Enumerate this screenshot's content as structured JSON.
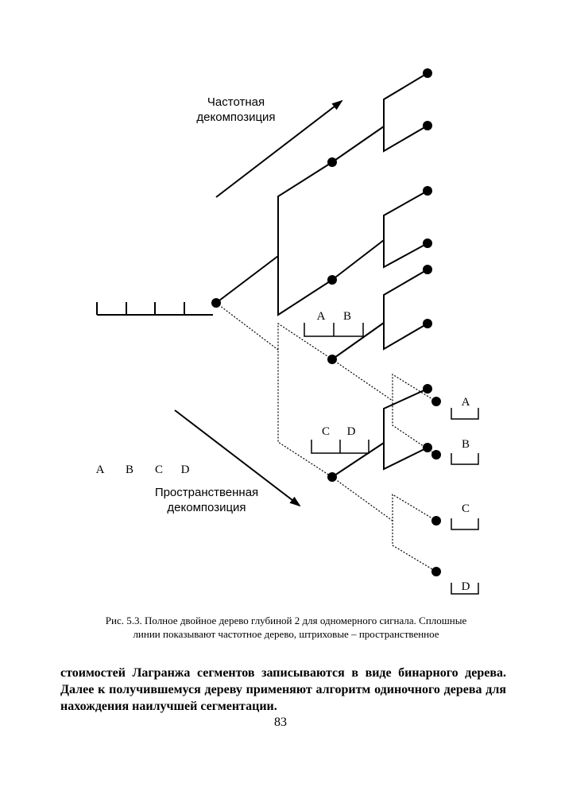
{
  "diagram": {
    "labels": {
      "freq_line1": "Частотная",
      "freq_line2": "декомпозиция",
      "spatial_line1": "Пространственная",
      "spatial_line2": "декомпозиция",
      "seg_a": "A",
      "seg_b": "B",
      "seg_c": "C",
      "seg_d": "D",
      "bracket_ab_a": "A",
      "bracket_ab_b": "B",
      "bracket_cd_c": "C",
      "bracket_cd_d": "D",
      "leaf_a": "A",
      "leaf_b": "B",
      "leaf_c": "C",
      "leaf_d": "D"
    },
    "colors": {
      "ink": "#000000"
    }
  },
  "caption": {
    "line1": "Рис. 5.3.  Полное двойное дерево глубиной 2 для одномерного сигнала. Сплошные",
    "line2": "линии показывают частотное дерево, штриховые – пространственное"
  },
  "body_text": "стоимостей Лагранжа сегментов записываются в виде бинарного дерева. Далее к получившемуся дереву применяют алгоритм одиночного дерева для нахождения наилучшей сегментации.",
  "page_number": "83"
}
